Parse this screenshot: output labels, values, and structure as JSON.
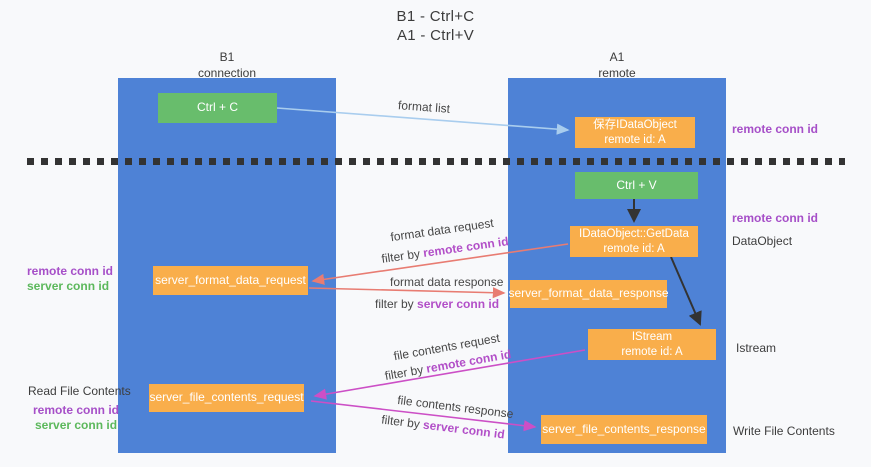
{
  "title": {
    "line1": "B1 - Ctrl+C",
    "line2": "A1 - Ctrl+V"
  },
  "lanes": {
    "left": {
      "name": "B1",
      "role": "connection"
    },
    "right": {
      "name": "A1",
      "role": "remote"
    }
  },
  "boxes": {
    "ctrl_c": "Ctrl + C",
    "ctrl_v": "Ctrl + V",
    "save_dataobject_line1": "保存IDataObject",
    "save_dataobject_line2": "remote id: A",
    "getdata_line1": "IDataObject::GetData",
    "getdata_line2": "remote id: A",
    "istream_line1": "IStream",
    "istream_line2": "remote id: A",
    "format_request": "server_format_data_request",
    "format_response": "server_format_data_response",
    "file_request": "server_file_contents_request",
    "file_response": "server_file_contents_response"
  },
  "arrow_labels": {
    "format_list": "format list",
    "format_data_request": "format data request",
    "format_data_response": "format data response",
    "file_contents_request": "file contents request",
    "file_contents_response": "file contents response",
    "filter_by": "filter by ",
    "remote_conn_id": "remote conn id",
    "server_conn_id": "server conn id"
  },
  "side_labels": {
    "remote_conn_id": "remote conn id",
    "server_conn_id": "server conn id",
    "dataobject": "DataObject",
    "istream": "Istream",
    "read_file_contents": "Read File Contents",
    "write_file_contents": "Write File Contents"
  },
  "colors": {
    "lane_blue": "#4e82d6",
    "box_orange": "#f9ae4b",
    "box_green": "#68bd6c",
    "arrow_light_blue": "#a9cdee",
    "arrow_salmon": "#e87c72",
    "arrow_magenta": "#cc4fc6",
    "arrow_black": "#333333",
    "label_purple": "#a64fc8",
    "label_green": "#5cb85c",
    "background": "#f8f9fb"
  }
}
